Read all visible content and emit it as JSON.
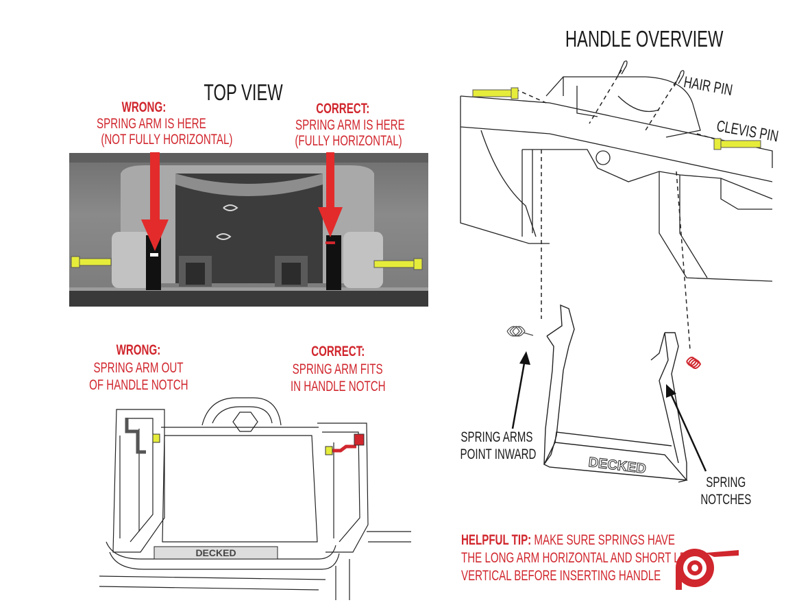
{
  "top_view": {
    "title": "TOP VIEW",
    "wrong": {
      "heading": "WRONG:",
      "line1": "SPRING ARM IS HERE",
      "line2": "(NOT FULLY HORIZONTAL)"
    },
    "correct": {
      "heading": "CORRECT:",
      "line1": "SPRING ARM IS HERE",
      "line2": "(FULLY HORIZONTAL)"
    }
  },
  "notch_view": {
    "wrong": {
      "heading": "WRONG:",
      "line1": "SPRING ARM OUT",
      "line2": "OF HANDLE NOTCH"
    },
    "correct": {
      "heading": "CORRECT:",
      "line1": "SPRING ARM FITS",
      "line2": "IN HANDLE NOTCH"
    }
  },
  "handle_overview": {
    "title": "HANDLE OVERVIEW",
    "hair_pin": "HAIR PIN",
    "clevis_pin": "CLEVIS PIN",
    "spring_arms_line1": "SPRING ARMS",
    "spring_arms_line2": "POINT INWARD",
    "spring_notches_line1": "SPRING",
    "spring_notches_line2": "NOTCHES",
    "brand": "DECKED"
  },
  "tip": {
    "heading": "HELPFUL TIP:",
    "line1_rest": "MAKE SURE SPRINGS HAVE",
    "line2": "THE LONG ARM HORIZONTAL AND SHORT LEG",
    "line3": "VERTICAL BEFORE  INSERTING HANDLE"
  },
  "colors": {
    "accent_red": "#d0262d",
    "pin_yellow": "#e6ec3a",
    "line_black": "#1a1a1a"
  },
  "icons": [
    "red-arrow-icon",
    "clevis-pin-icon",
    "hair-pin-icon",
    "torsion-spring-icon",
    "decked-logo-icon"
  ]
}
